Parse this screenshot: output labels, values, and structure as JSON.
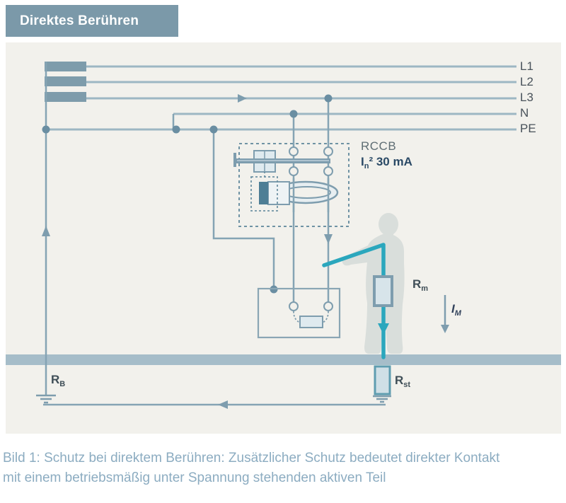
{
  "header": {
    "title": "Direktes Berühren"
  },
  "diagram": {
    "line_labels": [
      "L1",
      "L2",
      "L3",
      "N",
      "PE"
    ],
    "rccb": {
      "name": "RCCB",
      "rating": {
        "base": "I",
        "sub": "n",
        "rest": "² 30 mA"
      }
    },
    "labels": {
      "rm": {
        "base": "R",
        "sub": "m"
      },
      "im": {
        "base": "I",
        "sub": "M"
      },
      "rb": {
        "base": "R",
        "sub": "B"
      },
      "rst": {
        "base": "R",
        "sub": "st"
      }
    },
    "colors": {
      "title_bar": "#7b99a9",
      "panel_background": "#f2f1ec",
      "bus_line": "#9db7c3",
      "component_stroke": "#7e9dae",
      "touch_current": "#2ba7bd",
      "silhouette": "#d9dedb",
      "ground_bar": "#a6bdc9",
      "caption_text": "#8cacc1"
    }
  },
  "caption": {
    "line1": "Bild 1: Schutz bei direktem Berühren: Zusätzlicher Schutz bedeutet direkter Kontakt",
    "line2": "mit einem betriebsmäßig unter Spannung stehenden aktiven Teil"
  }
}
